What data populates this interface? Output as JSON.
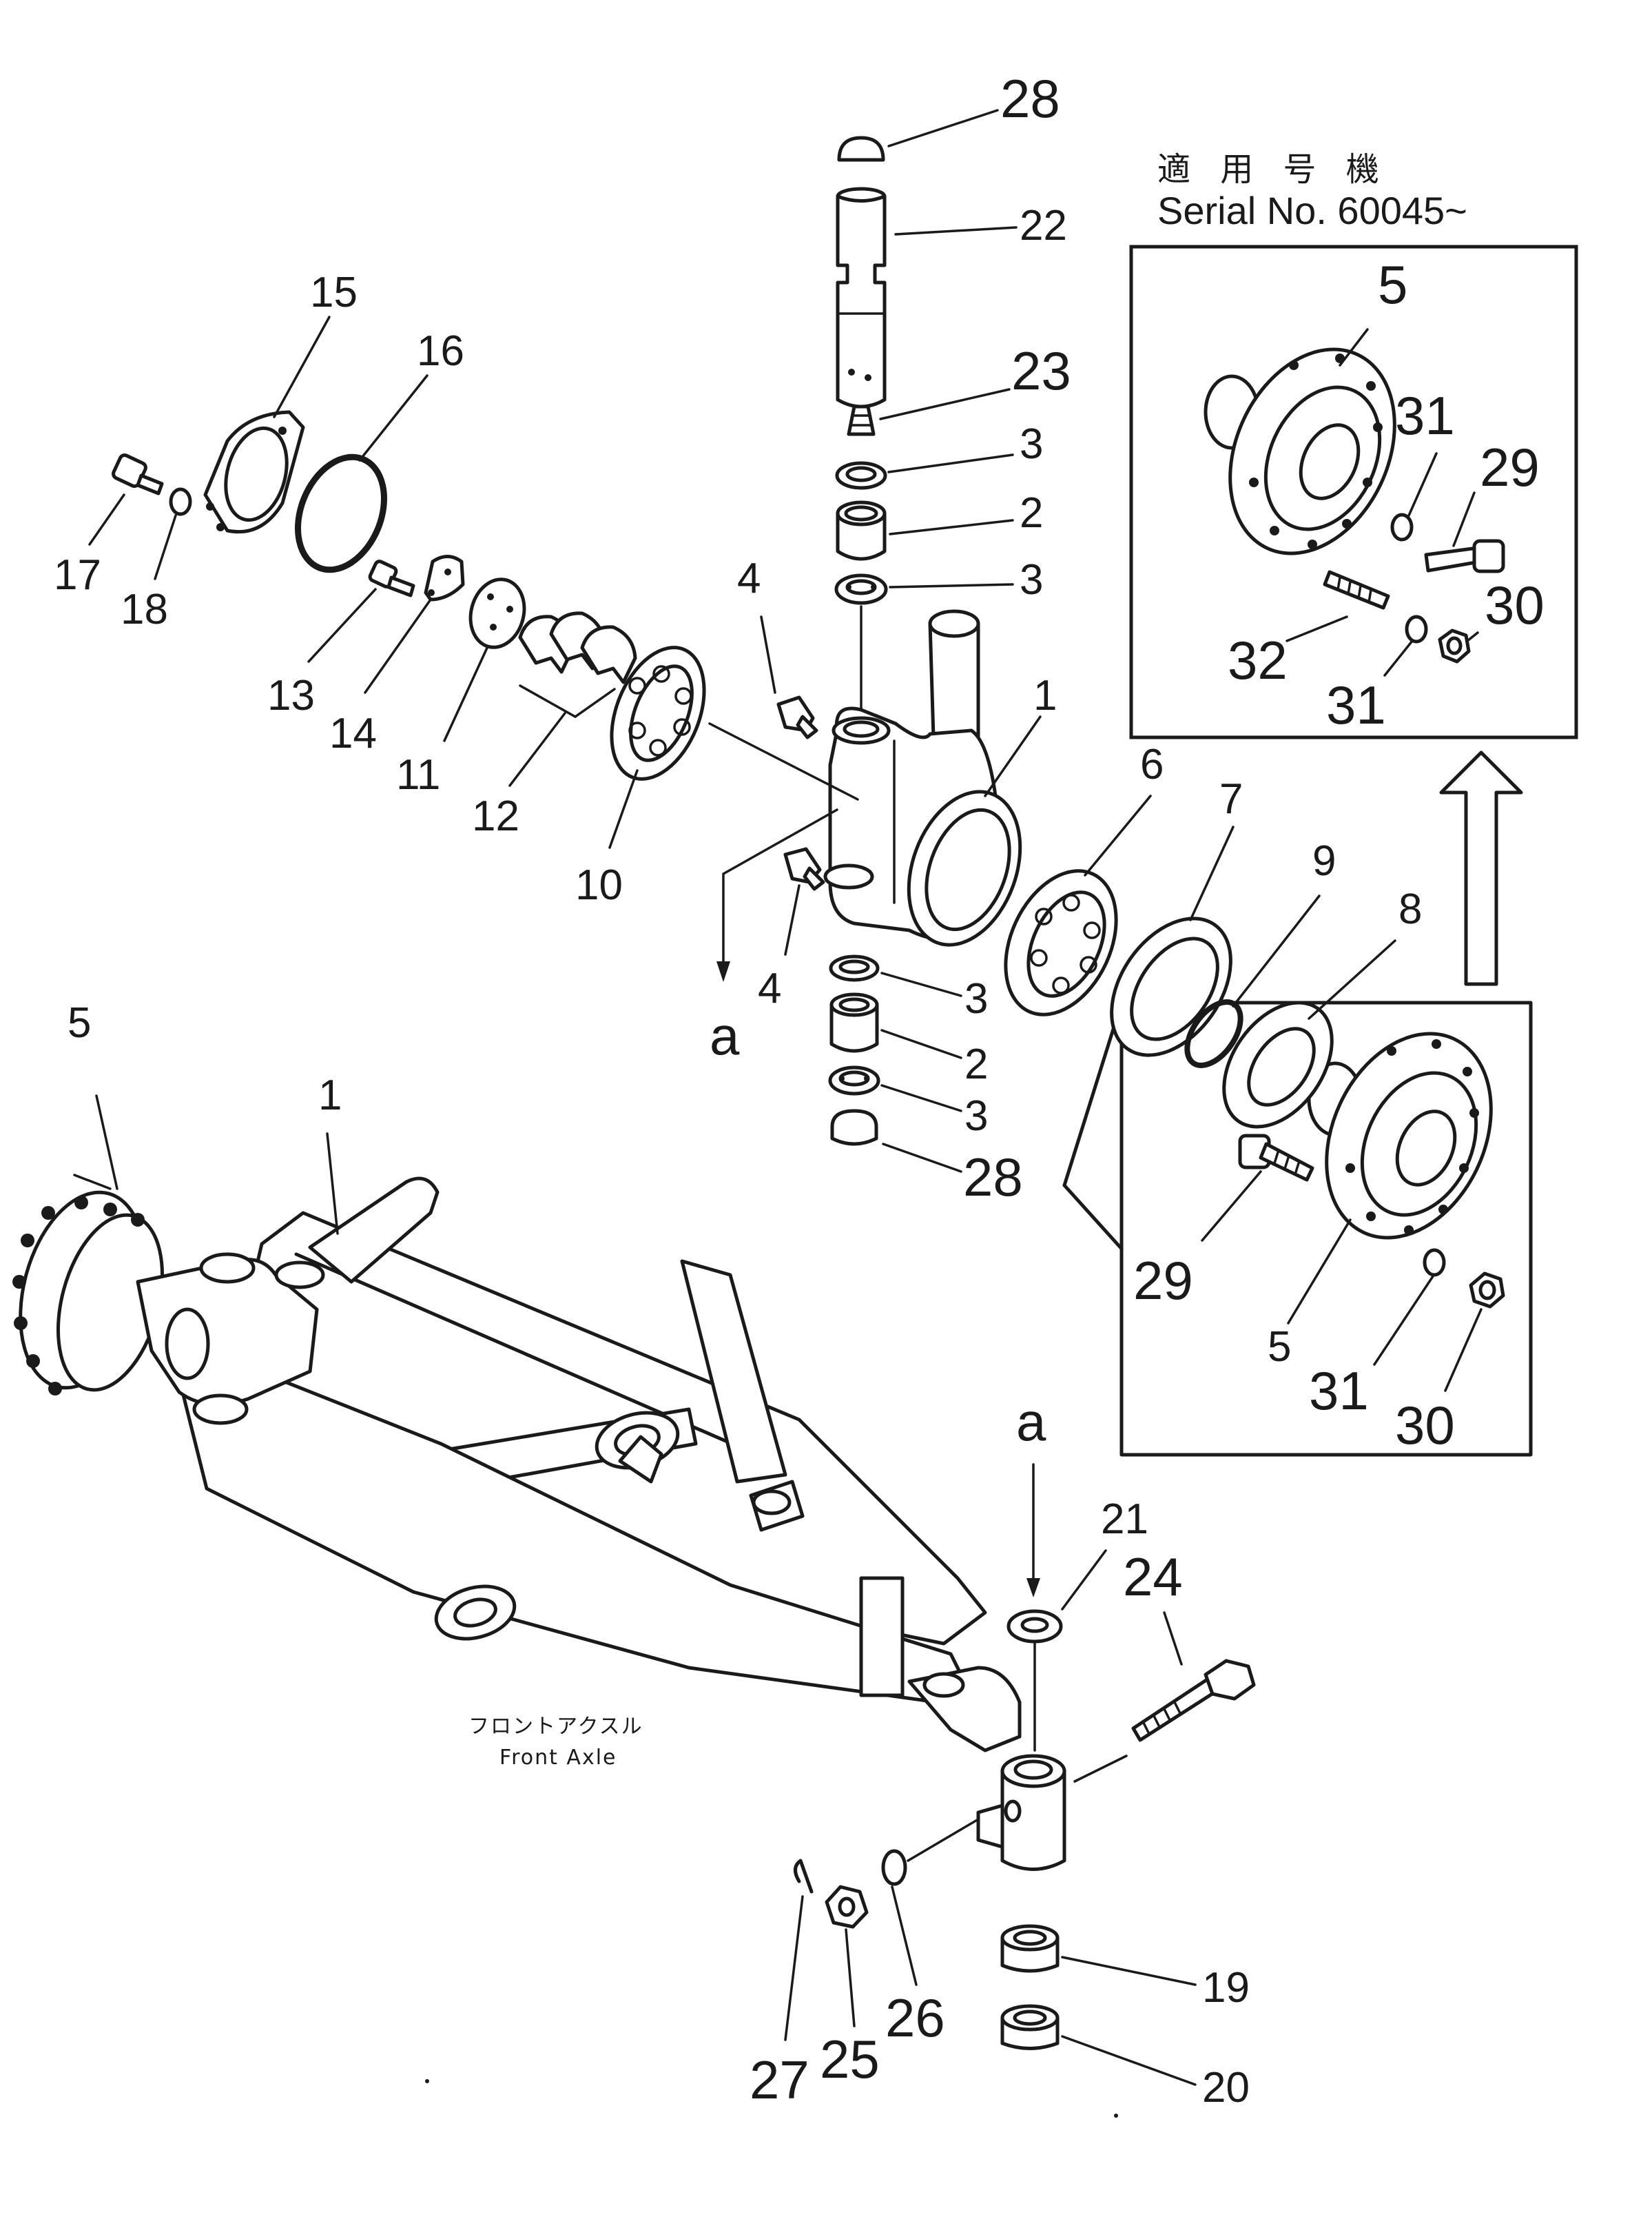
{
  "serial_note": {
    "japanese": "適 用 号 機",
    "english": "Serial No. 60045~"
  },
  "assembly_label": {
    "japanese": "フロントアクスル",
    "english": "Front Axle"
  },
  "arrow_marker": "a",
  "callouts": {
    "c28_top": "28",
    "c22": "22",
    "c23": "23",
    "c3_a": "3",
    "c2_a": "2",
    "c3_b": "3",
    "c4_top": "4",
    "c1_knuckle": "1",
    "c15": "15",
    "c16": "16",
    "c17": "17",
    "c18": "18",
    "c13": "13",
    "c14": "14",
    "c11": "11",
    "c12": "12",
    "c10": "10",
    "c6": "6",
    "c7": "7",
    "c9": "9",
    "c8": "8",
    "c4_bottom": "4",
    "c3_c": "3",
    "c2_b": "2",
    "c3_d": "3",
    "c28_bottom": "28",
    "c5_inset": "5",
    "c31_a": "31",
    "c29_inset": "29",
    "c30_inset": "30",
    "c32": "32",
    "c31_b": "31",
    "c29_hub": "29",
    "c5_hub": "5",
    "c31_hub": "31",
    "c30_hub": "30",
    "c5_axle": "5",
    "c1_axle": "1",
    "c21": "21",
    "c24": "24",
    "c19": "19",
    "c20": "20",
    "c25": "25",
    "c26": "26",
    "c27": "27"
  },
  "colors": {
    "ink": "#1a1a1a",
    "paper": "#ffffff"
  }
}
